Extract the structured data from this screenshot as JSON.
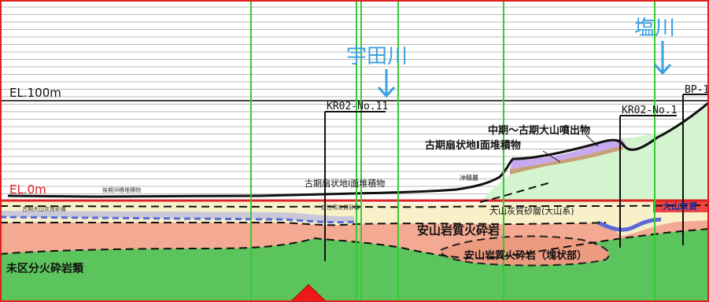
{
  "elevation_labels": {
    "el100": "EL.100m",
    "el0": "EL.0m"
  },
  "rivers": {
    "uda": "宇田川",
    "shio": "塩川"
  },
  "boreholes": {
    "kr02_no11": "KR02-No.11",
    "kr02_no1": "KR02-No.1",
    "bp1": "BP-1"
  },
  "strata_labels": {
    "mid_old_daisen": "中期～古期大山噴出物",
    "old_fan_1_upper": "古期扇状地Ⅰ面堆積物",
    "old_fan_1_lower": "古期扇状地Ⅰ面堆積物",
    "alluvium": "沖積層",
    "daisen_ash_sand": "大山灰質砂層(大山系)",
    "daisen_ash_right": "大山灰質",
    "andesite_breccia": "安山岩質火砕岩",
    "andesite_breccia_dome": "安山岩質火砕岩（塊状部）",
    "undivided_volcaniclastic": "未区分火砕岩類",
    "small_left_1": "後期沖積堆積物",
    "small_left_2": "古期大山灰質砂層",
    "small_mid_1": "淀江湾灰質砂礫"
  },
  "colors": {
    "red_line": "#e02020",
    "green_grid": "#33cc33",
    "arrow_blue": "#3aa0e0",
    "undivided_green": "#5cc45c",
    "andesite_salmon": "#f4aa92",
    "fan_green": "#d4f4cf",
    "purple": "#c8a8ee",
    "brown": "#c8a078",
    "blue_band": "#5a6ad8",
    "red_arrow": "#ee1a1a"
  }
}
